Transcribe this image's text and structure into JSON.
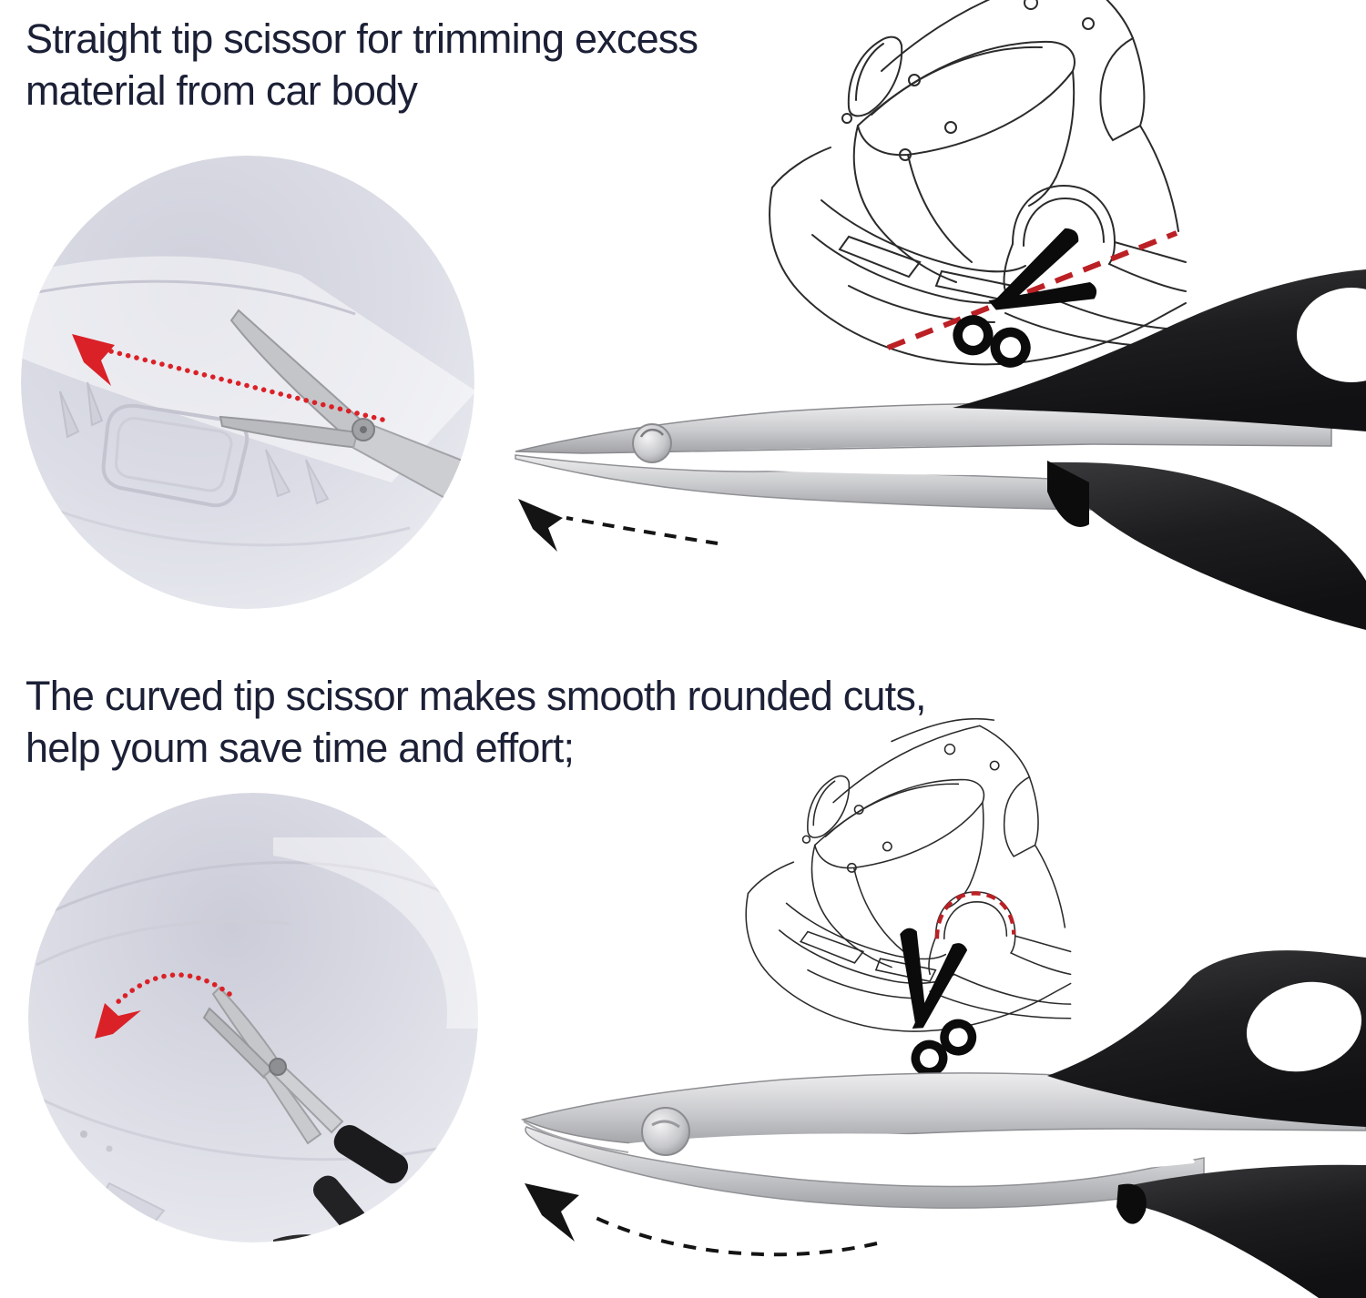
{
  "image": {
    "kind": "product instruction graphic",
    "background": "#ffffff"
  },
  "captions": {
    "straight": {
      "line1": "Straight tip scissor for trimming excess",
      "line2": "material from car body"
    },
    "curved": {
      "line1": "The curved tip scissor makes smooth rounded cuts,",
      "line2": "help youm save time and effort;"
    }
  },
  "colors": {
    "caption_text": "#1c2036",
    "cut_line_red": "#bb2025",
    "trim_arrow_red": "#da2127",
    "direction_arrow_black": "#141414",
    "blade_silver": "#c6c7cb",
    "handle_black": "#1b1b1d",
    "photo_inset_gray": "#d3d4df"
  },
  "icons": {
    "scissors_cut_icon": "✂"
  }
}
